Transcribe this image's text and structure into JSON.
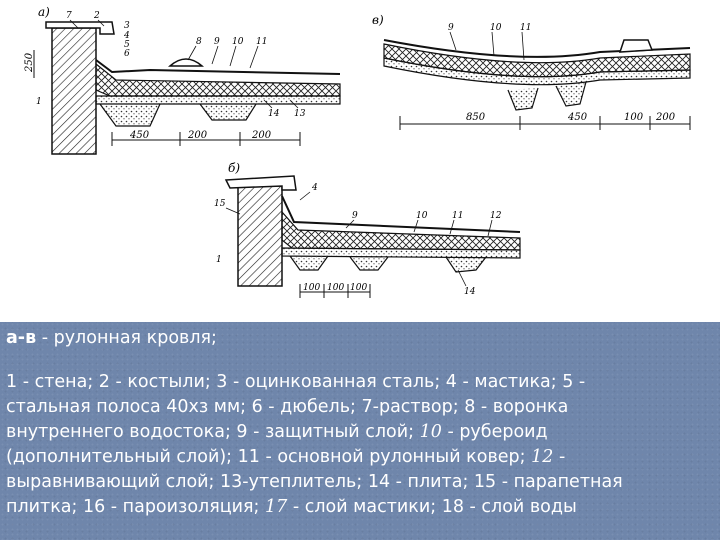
{
  "drawing": {
    "panel_labels": {
      "a": "а)",
      "b": "б)",
      "v": "в)"
    },
    "callouts_a": [
      "7",
      "2",
      "3",
      "4",
      "5",
      "6",
      "8",
      "9",
      "10",
      "11",
      "1",
      "14",
      "13"
    ],
    "callouts_b": [
      "4",
      "15",
      "9",
      "10",
      "11",
      "12",
      "1",
      "14"
    ],
    "callouts_v": [
      "9",
      "10",
      "11"
    ],
    "dims_a": {
      "height": "250",
      "d1": "450",
      "d2": "200",
      "d3": "200"
    },
    "dims_b": {
      "d1": "100",
      "d2": "100",
      "d3": "100"
    },
    "dims_v": {
      "d1": "850",
      "d2": "450",
      "d3": "100",
      "d4": "200"
    }
  },
  "caption": {
    "title_bold": "а-в",
    "title_rest": " - рулонная кровля;",
    "legend_lines": [
      [
        "1 - стена; 2 - костыли; 3 - оцинкованная сталь; 4 - мастика; 5 -"
      ],
      [
        "стальная полоса 40хз мм; 6 - дюбель; 7-раствор; 8 - воронка"
      ],
      [
        "внутреннего водостока; 9 - защитный слой; ",
        "10",
        " - рубероид"
      ],
      [
        "(дополнительный слой); 11 - основной рулонный ковер; ",
        "12",
        " -"
      ],
      [
        "выравнивающий слой; 13-утеплитель; 14 - плита; 15 - парапетная"
      ],
      [
        "плитка; 16 - пароизоляция; ",
        "17",
        " - слой мастики; 18 - слой воды"
      ]
    ]
  }
}
